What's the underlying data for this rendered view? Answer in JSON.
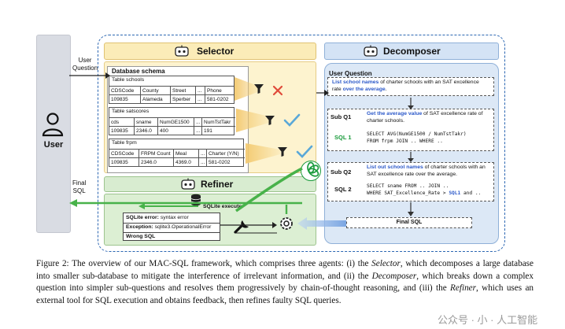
{
  "user": {
    "label": "User"
  },
  "arrows": {
    "user_question": [
      "User",
      "Question"
    ],
    "final_sql": [
      "Final",
      "SQL"
    ]
  },
  "selector": {
    "title": "Selector",
    "schema_title": "Database schema",
    "tables": [
      {
        "name": "Table schools",
        "header": [
          "CDSCode",
          "County",
          "Street",
          "...",
          "Phone"
        ],
        "row": [
          "109835",
          "Alameda",
          "Sperber",
          "...",
          "581-0202"
        ]
      },
      {
        "name": "Table satscores",
        "header": [
          "cds",
          "sname",
          "NumGE1500",
          "...",
          "NumTstTakr"
        ],
        "row": [
          "109835",
          "2346.0",
          "400",
          "...",
          "191"
        ]
      },
      {
        "name": "Table frpm",
        "header": [
          "CDSCode",
          "FRPM Count",
          "Meal",
          "...",
          "Charter (Y/N)"
        ],
        "row": [
          "109835",
          "2346.0",
          "4369.0",
          "...",
          "581-0202"
        ]
      }
    ]
  },
  "decomposer": {
    "title": "Decomposer",
    "user_question_label": "User Question",
    "question": {
      "a": "List school names",
      "b": " of charter schools with an SAT excellence rate ",
      "c": "over the average",
      "d": "."
    },
    "subq1_label": "Sub Q1",
    "subq1": {
      "a": "Get the average value",
      "b": " of SAT excellence rate of charter schools."
    },
    "sql1_label": "SQL 1",
    "sql1": [
      "SELECT AVG(NumGE1500 / NumTstTakr)",
      "FROM frpm JOIN .. WHERE .."
    ],
    "subq2_label": "Sub Q2",
    "subq2": {
      "a": "List out school names",
      "b": " of charter schools with an SAT excellence rate over the average."
    },
    "sql2_label": "SQL 2",
    "sql2": {
      "l1": "SELECT sname FROM .. JOIN ..",
      "l2a": "WHERE SAT_Excellence_Rate > ",
      "l2b": "SQL1",
      "l2c": " and .."
    },
    "final_sql": "Final SQL"
  },
  "refiner": {
    "title": "Refiner",
    "sqlite_execute": "SQLite execute",
    "errors": [
      {
        "k": "SQLite error:",
        "v": " syntax error"
      },
      {
        "k": "Exception:",
        "v": " sqlite3.OperationalError"
      },
      {
        "k": "Wrong SQL",
        "v": ""
      }
    ]
  },
  "caption": {
    "p1": "Figure 2: The overview of our MAC-SQL framework, which comprises three agents: (i) the ",
    "selector": "Selector",
    "p2": ", which decomposes a large database into smaller sub-database to mitigate the interference of irrelevant information, and (ii) the ",
    "decomposer": "Decomposer",
    "p3": ", which breaks down a complex question into simpler sub-questions and resolves them progressively by chain-of-thought reasoning, and (iii) the ",
    "refiner": "Refiner",
    "p4": ", which uses an external tool for SQL execution and obtains feedback, then refines faulty SQL queries."
  },
  "watermark": "公众号 · 小 · 人工智能",
  "colors": {
    "selector": "#fdf3cf",
    "decomposer": "#dce8f6",
    "refiner": "#dcefd3",
    "accent_blue": "#2b58c9",
    "accent_green": "#1a9b3c",
    "outline": "#2b66b2"
  }
}
